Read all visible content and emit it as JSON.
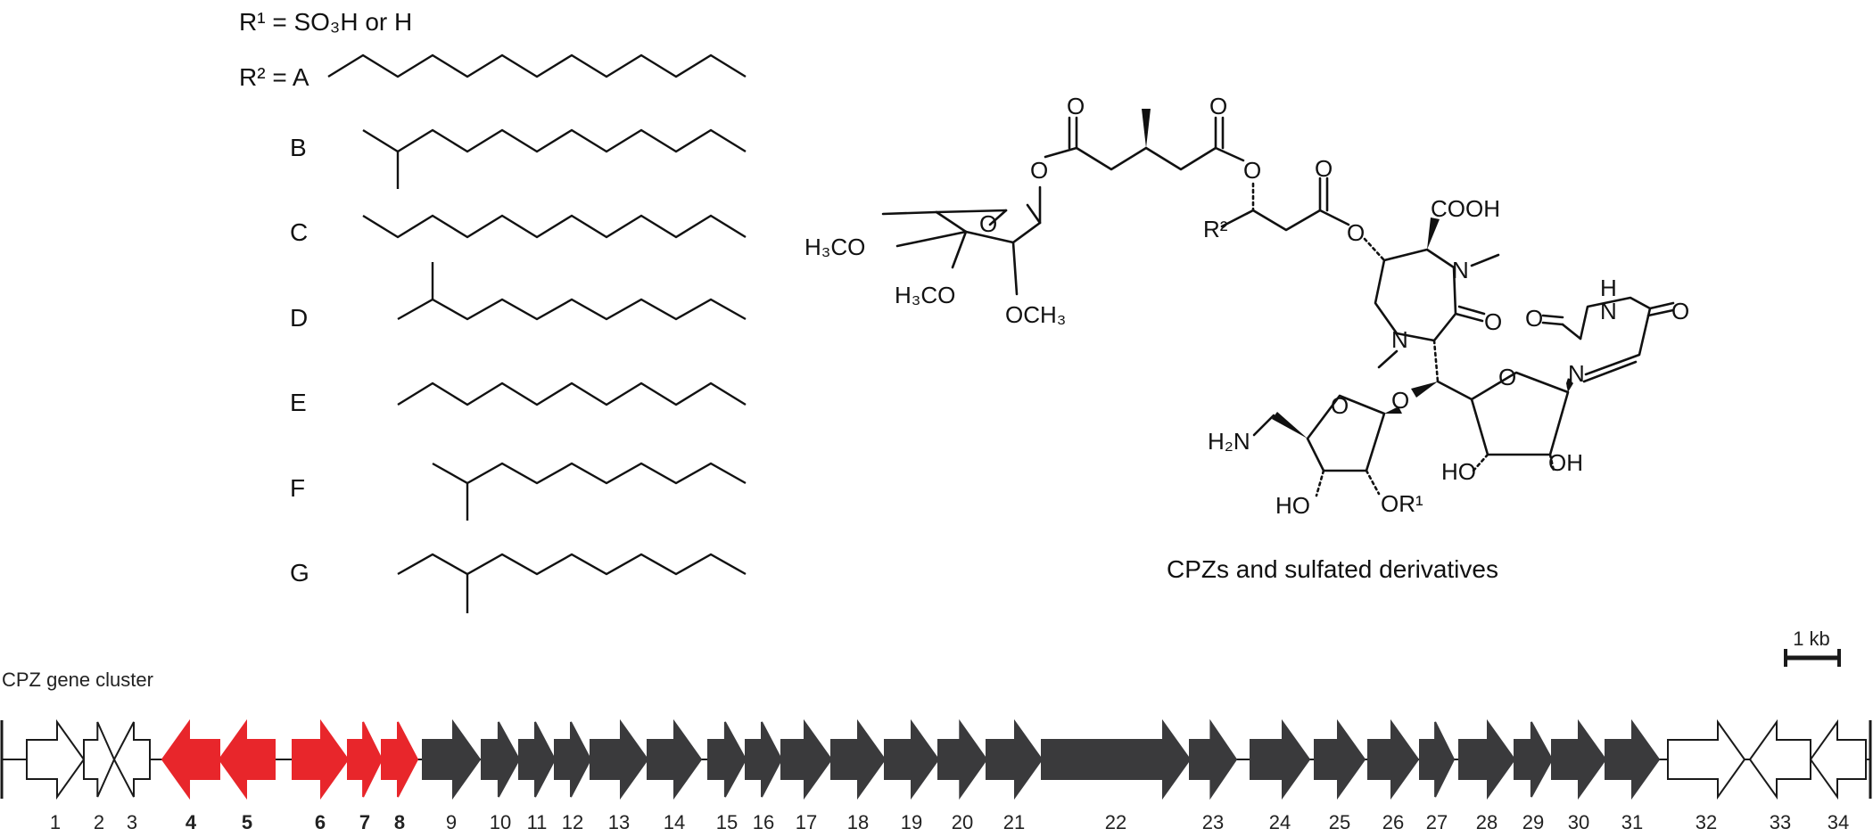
{
  "substituents": {
    "r1_def": "R¹ = SO₃H or H",
    "r2_prefix": "R² = A",
    "chains": [
      {
        "label": "A",
        "branch": "none"
      },
      {
        "label": "B",
        "branch": "iso"
      },
      {
        "label": "C",
        "branch": "none"
      },
      {
        "label": "D",
        "branch": "iso"
      },
      {
        "label": "E",
        "branch": "none"
      },
      {
        "label": "F",
        "branch": "iso"
      },
      {
        "label": "G",
        "branch": "anteiso"
      }
    ]
  },
  "structure": {
    "caption": "CPZs and sulfated derivatives",
    "atoms": {
      "O": "O",
      "H3CO_left": "H₃CO",
      "H3CO_lower": "H₃CO",
      "OCH3": "OCH₃",
      "R2": "R²",
      "COOH": "COOH",
      "N": "N",
      "H": "H",
      "H2N": "H₂N",
      "HO": "HO",
      "OH": "OH",
      "OR1": "OR¹"
    }
  },
  "gene_cluster": {
    "title": "CPZ gene cluster",
    "scale_label": "1 kb",
    "colors": {
      "highlight": "#e8262b",
      "core": "#3a3a3c",
      "flanking": "#ffffff",
      "outline": "#1a1a1a"
    },
    "genes": [
      {
        "num": "1",
        "style": "flanking",
        "dir": "right",
        "bold": false
      },
      {
        "num": "2",
        "style": "flanking",
        "dir": "right",
        "bold": false
      },
      {
        "num": "3",
        "style": "flanking",
        "dir": "left",
        "bold": false
      },
      {
        "num": "4",
        "style": "highlight",
        "dir": "left",
        "bold": true
      },
      {
        "num": "5",
        "style": "highlight",
        "dir": "left",
        "bold": true
      },
      {
        "num": "6",
        "style": "highlight",
        "dir": "right",
        "bold": true
      },
      {
        "num": "7",
        "style": "highlight",
        "dir": "right",
        "bold": true
      },
      {
        "num": "8",
        "style": "highlight",
        "dir": "right",
        "bold": true
      },
      {
        "num": "9",
        "style": "core",
        "dir": "right",
        "bold": false
      },
      {
        "num": "10",
        "style": "core",
        "dir": "right",
        "bold": false
      },
      {
        "num": "11",
        "style": "core",
        "dir": "right",
        "bold": false
      },
      {
        "num": "12",
        "style": "core",
        "dir": "right",
        "bold": false
      },
      {
        "num": "13",
        "style": "core",
        "dir": "right",
        "bold": false
      },
      {
        "num": "14",
        "style": "core",
        "dir": "right",
        "bold": false
      },
      {
        "num": "15",
        "style": "core",
        "dir": "right",
        "bold": false
      },
      {
        "num": "16",
        "style": "core",
        "dir": "right",
        "bold": false
      },
      {
        "num": "17",
        "style": "core",
        "dir": "right",
        "bold": false
      },
      {
        "num": "18",
        "style": "core",
        "dir": "right",
        "bold": false
      },
      {
        "num": "19",
        "style": "core",
        "dir": "right",
        "bold": false
      },
      {
        "num": "20",
        "style": "core",
        "dir": "right",
        "bold": false
      },
      {
        "num": "21",
        "style": "core",
        "dir": "right",
        "bold": false
      },
      {
        "num": "22",
        "style": "core",
        "dir": "right",
        "bold": false
      },
      {
        "num": "23",
        "style": "core",
        "dir": "right",
        "bold": false
      },
      {
        "num": "24",
        "style": "core",
        "dir": "right",
        "bold": false
      },
      {
        "num": "25",
        "style": "core",
        "dir": "right",
        "bold": false
      },
      {
        "num": "26",
        "style": "core",
        "dir": "right",
        "bold": false
      },
      {
        "num": "27",
        "style": "core",
        "dir": "right",
        "bold": false
      },
      {
        "num": "28",
        "style": "core",
        "dir": "right",
        "bold": false
      },
      {
        "num": "29",
        "style": "core",
        "dir": "right",
        "bold": false
      },
      {
        "num": "30",
        "style": "core",
        "dir": "right",
        "bold": false
      },
      {
        "num": "31",
        "style": "core",
        "dir": "right",
        "bold": false
      },
      {
        "num": "32",
        "style": "flanking",
        "dir": "right",
        "bold": false
      },
      {
        "num": "33",
        "style": "flanking",
        "dir": "left",
        "bold": false
      },
      {
        "num": "34",
        "style": "flanking",
        "dir": "left",
        "bold": false
      }
    ]
  }
}
